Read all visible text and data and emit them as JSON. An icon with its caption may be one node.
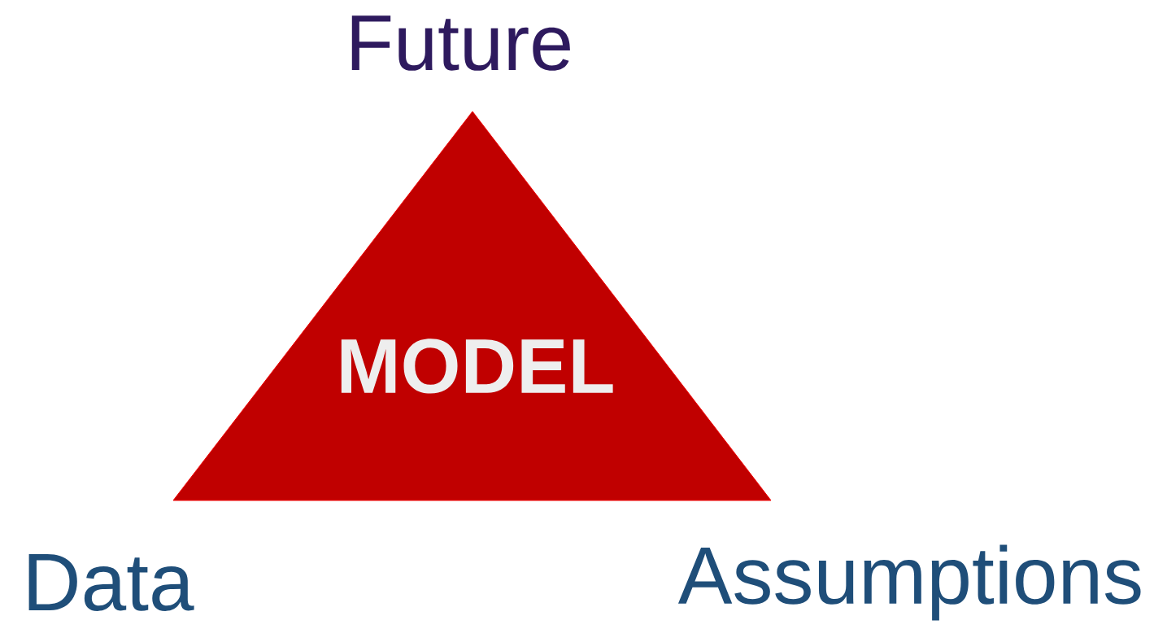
{
  "diagram": {
    "nodes": [
      {
        "text": [
          "MODEL"
        ]
      }
    ],
    "labels": [
      "Future",
      "Data",
      "Assumptions"
    ]
  }
}
